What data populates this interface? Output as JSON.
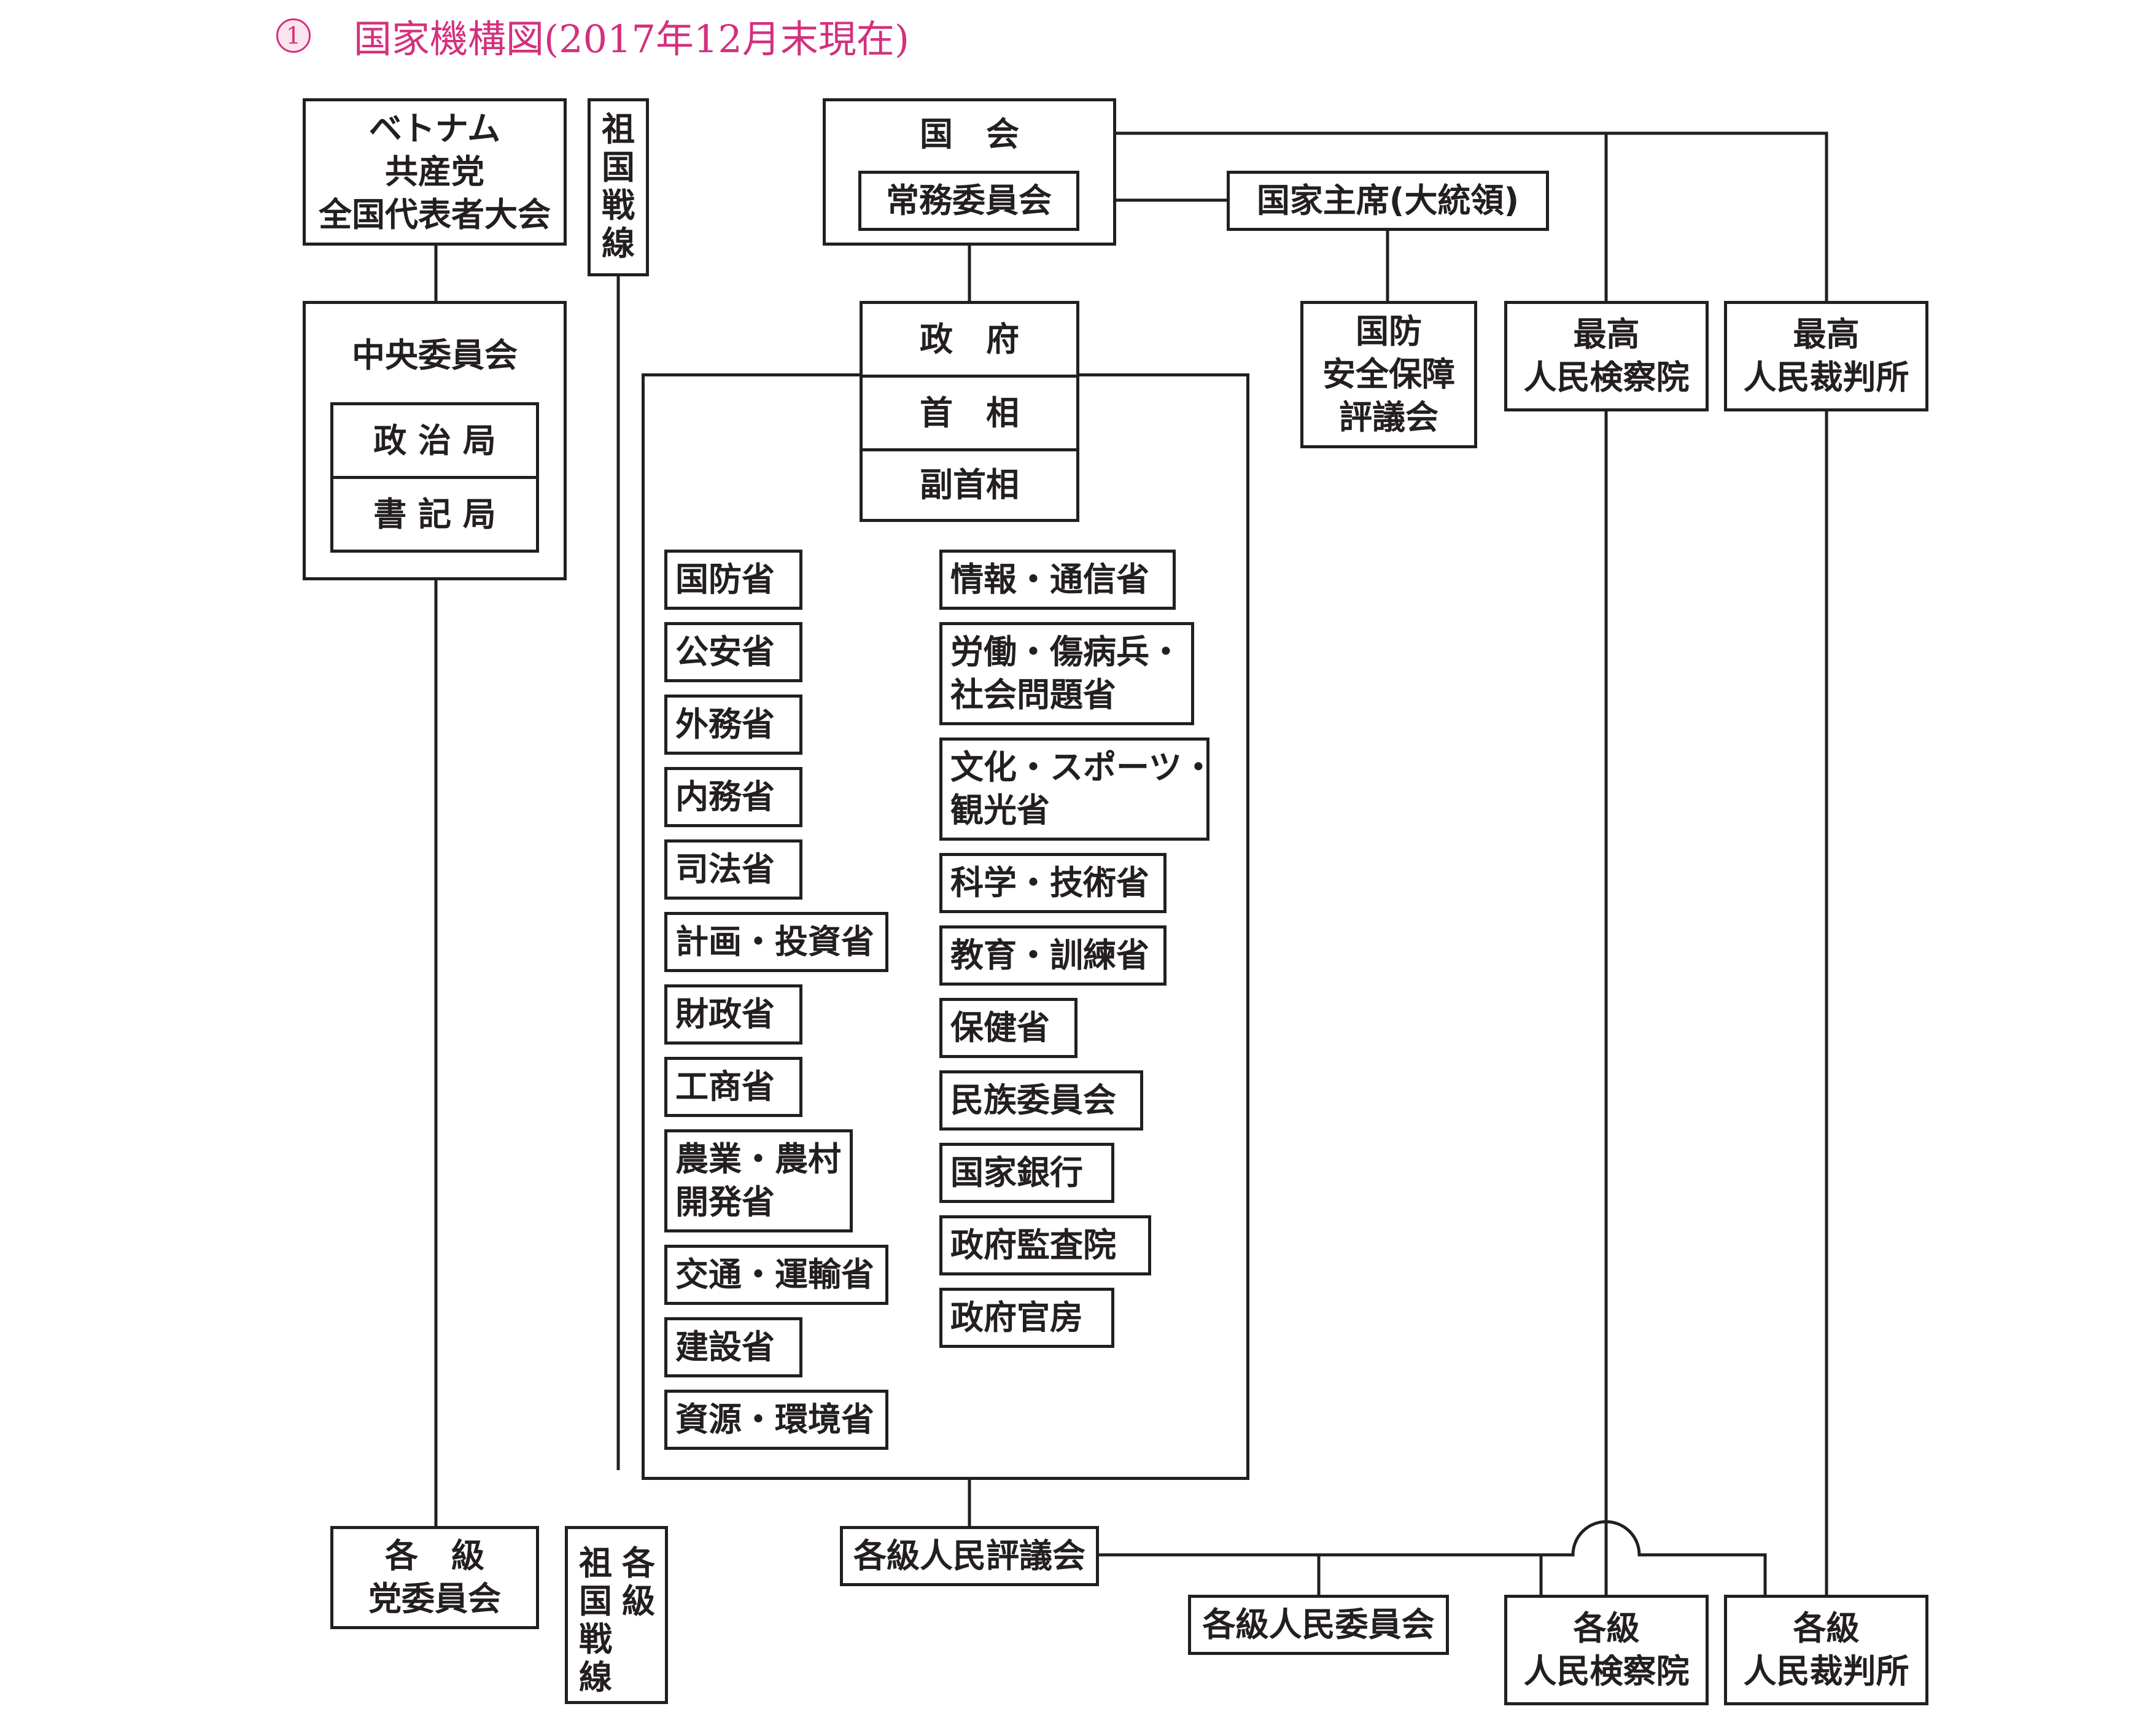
{
  "title": {
    "number": "1",
    "text": "国家機構図(2017年12月末現在)"
  },
  "party": {
    "congress": [
      "ベトナム",
      "共産党",
      "全国代表者大会"
    ],
    "central_committee": "中央委員会",
    "politburo": "政 治 局",
    "secretariat": "書 記 局",
    "local": [
      "各　級",
      "党委員会"
    ]
  },
  "front": {
    "top": [
      "祖",
      "国",
      "戦",
      "線"
    ],
    "local_col1": [
      "祖",
      "国",
      "戦",
      "線"
    ],
    "local_col2": [
      "各",
      "級"
    ]
  },
  "assembly": {
    "label": "国　会",
    "standing": "常務委員会"
  },
  "president": "国家主席(大統領)",
  "defense_council": [
    "国防",
    "安全保障",
    "評議会"
  ],
  "procuracy": [
    "最高",
    "人民検察院"
  ],
  "court": [
    "最高",
    "人民裁判所"
  ],
  "government": {
    "label": "政　府",
    "pm": "首　相",
    "deputy": "副首相"
  },
  "ministries_left": [
    [
      "国防省"
    ],
    [
      "公安省"
    ],
    [
      "外務省"
    ],
    [
      "内務省"
    ],
    [
      "司法省"
    ],
    [
      "計画・投資省"
    ],
    [
      "財政省"
    ],
    [
      "工商省"
    ],
    [
      "農業・農村",
      "開発省"
    ],
    [
      "交通・運輸省"
    ],
    [
      "建設省"
    ],
    [
      "資源・環境省"
    ]
  ],
  "ministries_right": [
    [
      "情報・通信省"
    ],
    [
      "労働・傷病兵・",
      "社会問題省"
    ],
    [
      "文化・スポーツ・",
      "観光省"
    ],
    [
      "科学・技術省"
    ],
    [
      "教育・訓練省"
    ],
    [
      "保健省"
    ],
    [
      "民族委員会"
    ],
    [
      "国家銀行"
    ],
    [
      "政府監査院"
    ],
    [
      "政府官房"
    ]
  ],
  "local": {
    "councils": "各級人民評議会",
    "committees": "各級人民委員会",
    "procuracies": [
      "各級",
      "人民検察院"
    ],
    "courts": [
      "各級",
      "人民裁判所"
    ]
  }
}
